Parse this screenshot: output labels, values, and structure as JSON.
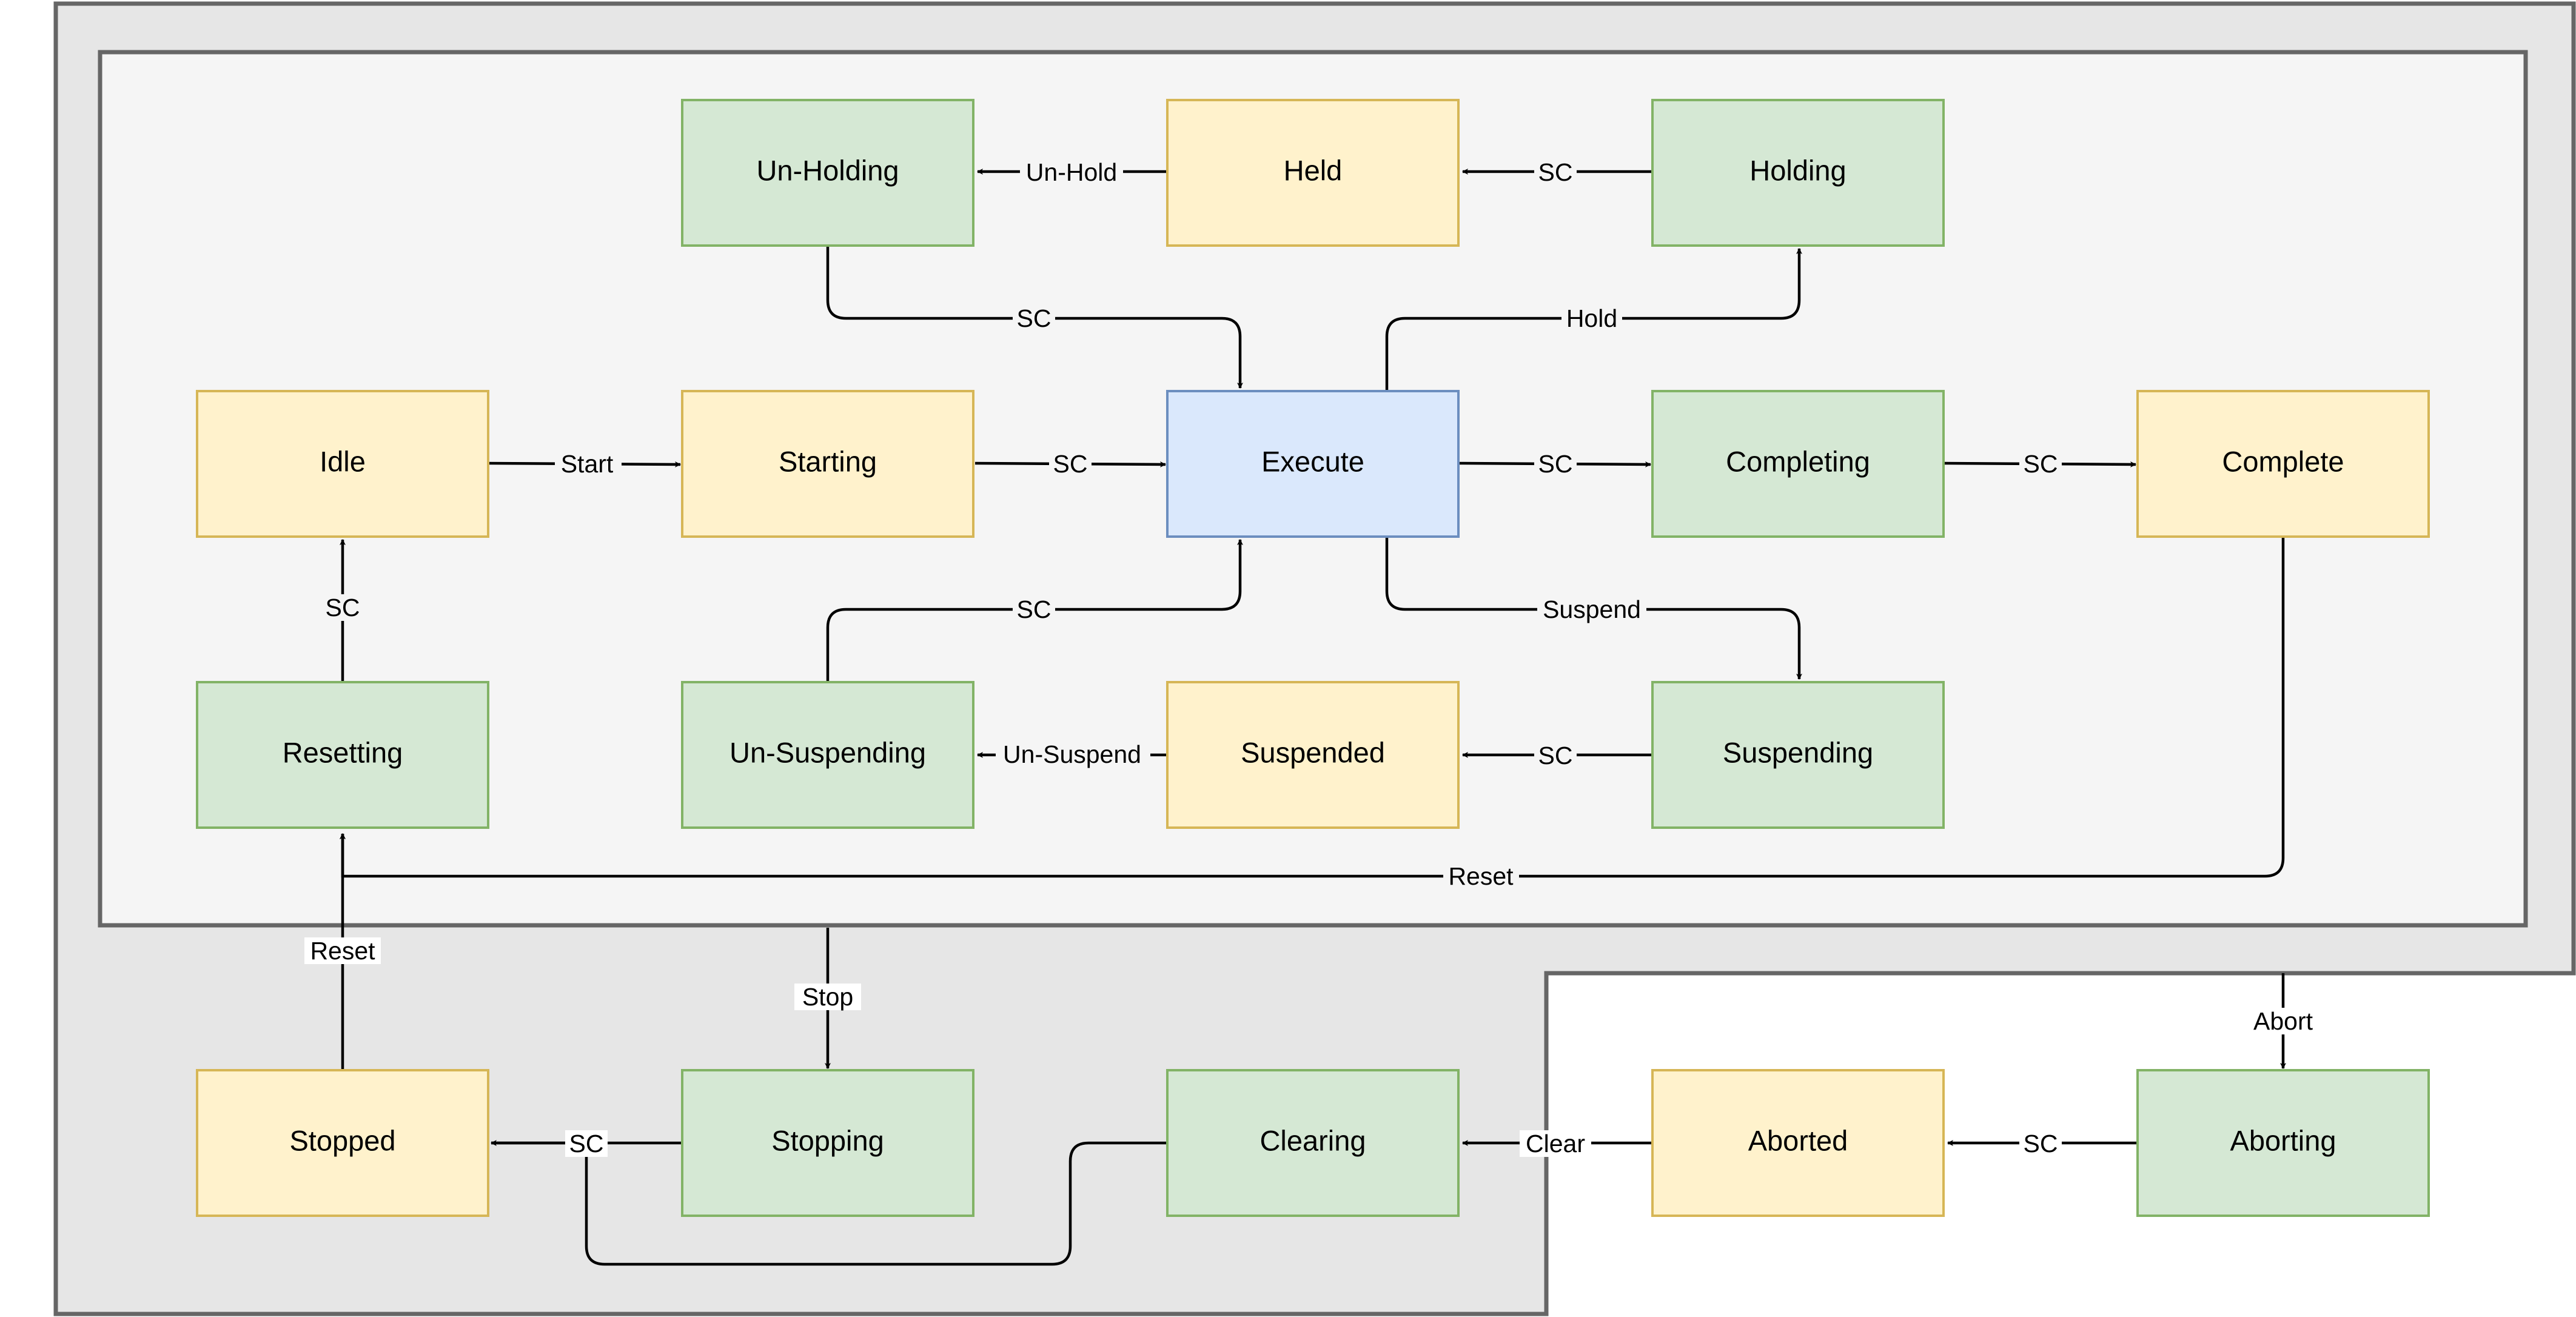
{
  "colors": {
    "active_state_fill": "#d5e8d4",
    "active_state_stroke": "#82b366",
    "wait_state_fill": "#fff2cc",
    "wait_state_stroke": "#d6b656",
    "execute_fill": "#dae8fc",
    "execute_stroke": "#6c8ebf",
    "outer_region_fill": "#e6e6e6",
    "inner_region_fill": "#f5f5f5",
    "region_stroke": "#666666",
    "edge_stroke": "#000000"
  },
  "states": {
    "un_holding": "Un-Holding",
    "held": "Held",
    "holding": "Holding",
    "idle": "Idle",
    "starting": "Starting",
    "execute": "Execute",
    "completing": "Completing",
    "complete": "Complete",
    "resetting": "Resetting",
    "un_suspending": "Un-Suspending",
    "suspended": "Suspended",
    "suspending": "Suspending",
    "stopped": "Stopped",
    "stopping": "Stopping",
    "clearing": "Clearing",
    "aborted": "Aborted",
    "aborting": "Aborting"
  },
  "transitions": {
    "un_hold": "Un-Hold",
    "held_sc": "SC",
    "unholding_sc": "SC",
    "hold": "Hold",
    "start": "Start",
    "starting_sc": "SC",
    "execute_sc": "SC",
    "completing_sc": "SC",
    "resetting_sc": "SC",
    "unsuspending_sc": "SC",
    "suspend": "Suspend",
    "un_suspend": "Un-Suspend",
    "suspending_sc": "SC",
    "complete_reset": "Reset",
    "stopped_reset": "Reset",
    "stop": "Stop",
    "stopping_sc": "SC",
    "abort": "Abort",
    "clear": "Clear",
    "aborting_sc": "SC"
  }
}
